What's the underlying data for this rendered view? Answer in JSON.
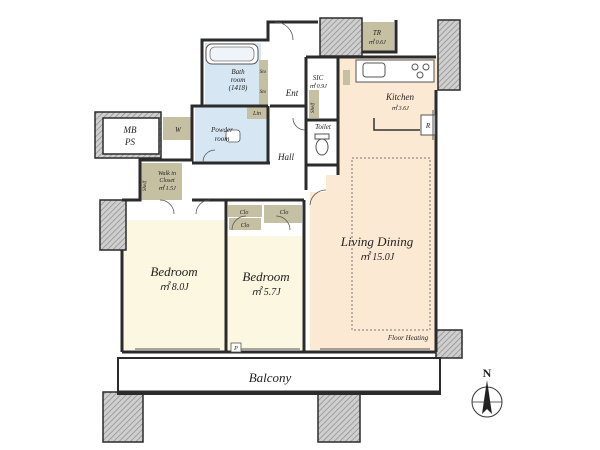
{
  "rooms": {
    "tr": {
      "label": "TR",
      "area": "㎡ 0.6J"
    },
    "bath": {
      "label_line1": "Bath",
      "label_line2": "room",
      "label_line3": "(1418)"
    },
    "sto1": {
      "label": "Sto"
    },
    "sto2": {
      "label": "Sto"
    },
    "ent": {
      "label": "Ent"
    },
    "sic": {
      "label": "SIC",
      "area": "㎡ 0.9J"
    },
    "shelf_ent": {
      "label": "Shelf"
    },
    "kitchen": {
      "label": "Kitchen",
      "area": "㎡ 3.6J"
    },
    "r": {
      "label": "R"
    },
    "mbps": {
      "label_line1": "MB",
      "label_line2": "PS"
    },
    "w": {
      "label": "W"
    },
    "lin": {
      "label": "Lin"
    },
    "powder": {
      "label_line1": "Powder",
      "label_line2": "room"
    },
    "toilet": {
      "label": "Toilet"
    },
    "hall": {
      "label": "Hall"
    },
    "walkin": {
      "label_line1": "Walk in",
      "label_line2": "Closet",
      "area": "㎡ 1.5J"
    },
    "shelf_wic": {
      "label": "Shelf"
    },
    "clo1": {
      "label": "Clo"
    },
    "clo2": {
      "label": "Clo"
    },
    "clo3": {
      "label": "Clo"
    },
    "bedroom1": {
      "label": "Bedroom",
      "area": "㎡ 8.0J"
    },
    "bedroom2": {
      "label": "Bedroom",
      "area": "㎡ 5.7J"
    },
    "living": {
      "label": "Living Dining",
      "area": "㎡ 15.0J"
    },
    "floor_heating": {
      "label": "Floor Heating"
    },
    "p": {
      "label": "P"
    },
    "balcony": {
      "label": "Balcony"
    }
  },
  "compass": {
    "label": "N"
  },
  "colors": {
    "wall": "#2b2b2b",
    "bath_blue": "#d6e6f2",
    "storage_tan": "#c6c0a2",
    "bedroom_cream": "#fcf7e1",
    "living_peach": "#fce9d3",
    "hatch": "#bdbdbd"
  }
}
